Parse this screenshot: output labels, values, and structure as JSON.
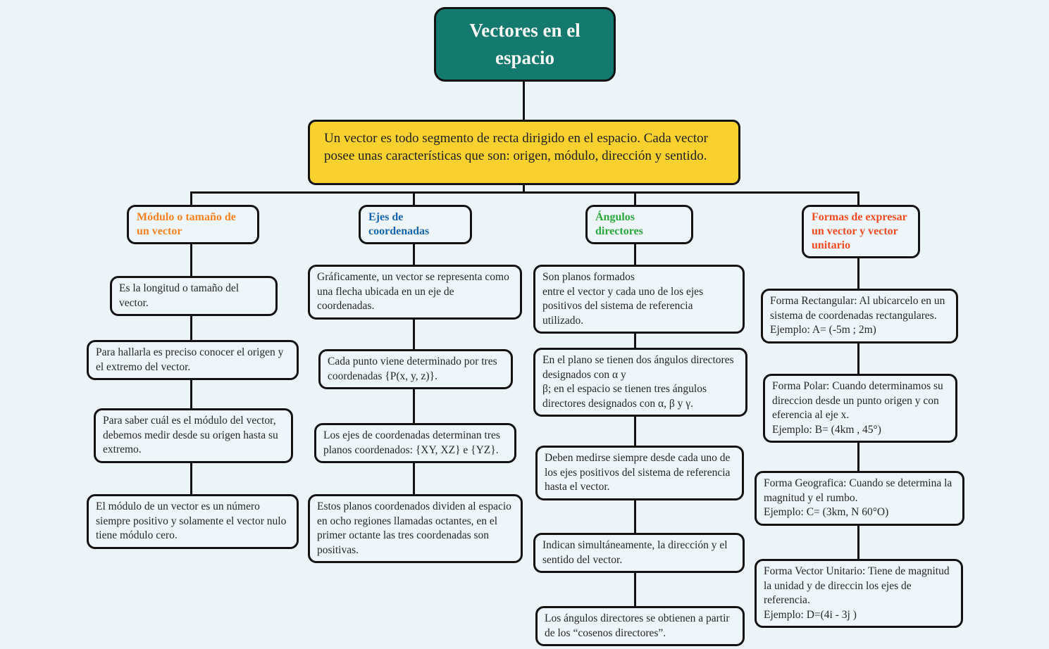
{
  "colors": {
    "background": "#edf4f8",
    "node_fill": "#eef5f9",
    "border_and_lines": "#121212",
    "title_fill": "#14796f",
    "title_text": "#f7f7f3",
    "intro_fill": "#f8d12e",
    "body_text": "#262626",
    "branch_modulo_label": "#f5821f",
    "branch_ejes_label": "#1565ad",
    "branch_angulos_label": "#2aa63c",
    "branch_formas_label": "#f04b21"
  },
  "title": {
    "text": "Vectores en el espacio"
  },
  "intro": {
    "text": "Un vector es todo segmento de recta dirigido en el espacio. Cada vector posee unas características que son: origen, módulo, dirección y sentido."
  },
  "branches": [
    {
      "id": "modulo",
      "label": "Módulo o tamaño de un vector",
      "label_color": "#f5821f",
      "nodes": [
        "Es la longitud o tamaño del vector.",
        "Para hallarla es preciso conocer el origen y el extremo del vector.",
        "Para saber cuál es el módulo del vector, debemos medir desde su origen hasta su extremo.",
        "El módulo de un vector es un número siempre positivo y solamente el vector nulo tiene módulo cero."
      ]
    },
    {
      "id": "ejes",
      "label": "Ejes de coordenadas",
      "label_color": "#1565ad",
      "nodes": [
        "Gráficamente, un vector se representa como una flecha ubicada en un eje de coordenadas.",
        "Cada punto viene determinado por tres coordenadas {P(x, y, z)}.",
        "Los ejes de coordenadas determinan tres planos coordenados: {XY, XZ} e {YZ}.",
        "Estos planos coordenados dividen al espacio en ocho regiones llamadas octantes, en el primer octante las tres coordenadas son positivas."
      ]
    },
    {
      "id": "angulos",
      "label": "Ángulos directores",
      "label_color": "#2aa63c",
      "nodes": [
        "Son planos formados\nentre el vector y cada uno de los ejes positivos del sistema de referencia utilizado.",
        "En el plano se tienen dos ángulos directores designados con α y\nβ; en el espacio se tienen tres ángulos directores designados con α, β y γ.",
        "Deben medirse siempre desde cada uno de los ejes positivos del sistema de referencia hasta el vector.",
        "Indican simultáneamente, la dirección y el sentido del vector.",
        "Los ángulos directores se obtienen a partir de los “cosenos directores”."
      ]
    },
    {
      "id": "formas",
      "label": "Formas de expresar un vector y vector unitario",
      "label_color": "#f04b21",
      "nodes": [
        "Forma Rectangular: Al ubicarcelo en un sistema de coordenadas rectangulares.\nEjemplo: A= (-5m ; 2m)",
        "Forma Polar: Cuando determinamos su direccion desde un punto origen y con eferencia al eje x.\nEjemplo: B= (4km , 45°)",
        "Forma Geografica: Cuando se determina la magnitud y el rumbo.\nEjemplo: C= (3km, N 60°O)",
        "Forma Vector Unitario: Tiene de magnitud la unidad y de direccin los ejes de referencia.\nEjemplo: D=(4i - 3j )"
      ]
    }
  ]
}
